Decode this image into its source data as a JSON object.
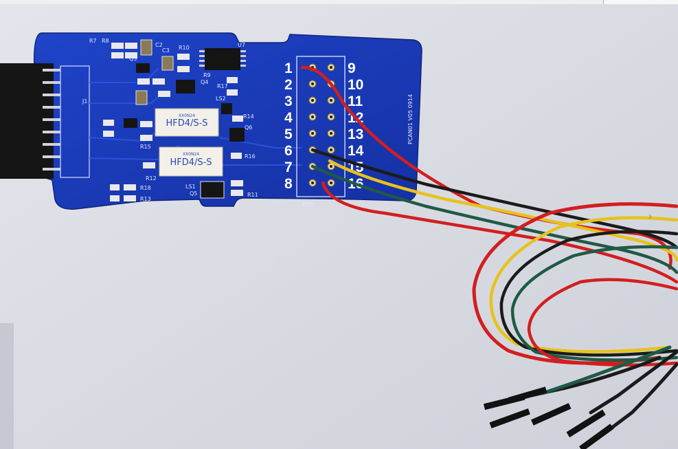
{
  "photo": {
    "board": {
      "part_number": "HFD4/S-S",
      "part_code": "XX0N24",
      "version": "PCAN01 V05 0914",
      "footer_label": "BOO",
      "refs": [
        "R7",
        "R8",
        "C2",
        "R10",
        "U7",
        "R9",
        "C3",
        "Q3",
        "Q4",
        "R17",
        "LS2",
        "R14",
        "Q6",
        "R15",
        "R12",
        "R18",
        "R13",
        "Q5",
        "R11",
        "R16",
        "LS1",
        "J1"
      ],
      "pin_numbers_left": [
        "1",
        "2",
        "3",
        "4",
        "5",
        "6",
        "7",
        "8"
      ],
      "pin_numbers_right": [
        "9",
        "10",
        "11",
        "12",
        "13",
        "14",
        "15",
        "16"
      ]
    },
    "wire_colors": {
      "red": "#d21f1f",
      "black": "#1b1b1b",
      "yellow": "#e7c21b",
      "green": "#1f5a45"
    },
    "board_color": "#1837b8",
    "nav_arrow": "›"
  }
}
